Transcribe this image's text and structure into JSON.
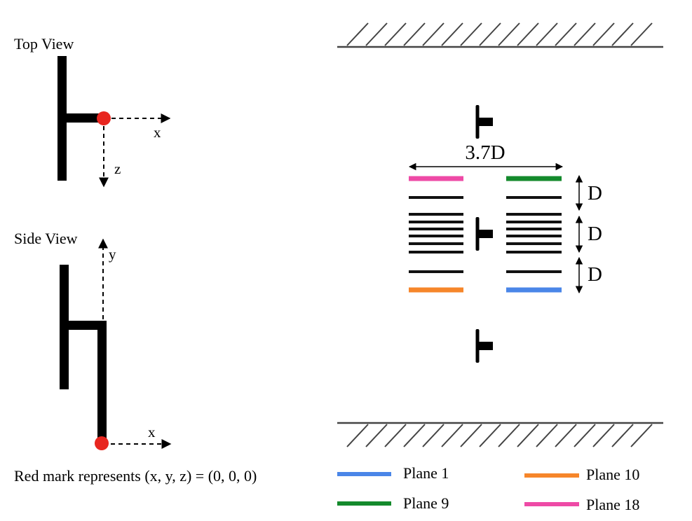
{
  "top_view": {
    "title": "Top View",
    "axis_x": "x",
    "axis_z": "z"
  },
  "side_view": {
    "title": "Side View",
    "axis_y": "y",
    "axis_x": "x"
  },
  "note": "Red mark represents (x, y, z) = (0, 0, 0)",
  "layout_diagram": {
    "width_label": "3.7D",
    "spacing_labels": [
      "D",
      "D",
      "D"
    ]
  },
  "legend": [
    {
      "label": "Plane 1",
      "color": "#4a86e8"
    },
    {
      "label": "Plane 10",
      "color": "#f6862a"
    },
    {
      "label": "Plane 9",
      "color": "#148a2c"
    },
    {
      "label": "Plane 18",
      "color": "#ee4aa6"
    }
  ],
  "colors": {
    "origin_marker": "#e8261f",
    "plane_1": "#4a86e8",
    "plane_9": "#148a2c",
    "plane_10": "#f6862a",
    "plane_18": "#ee4aa6"
  },
  "icons": [
    "turbine-icon",
    "origin-marker-icon",
    "wall-hatch-icon"
  ]
}
